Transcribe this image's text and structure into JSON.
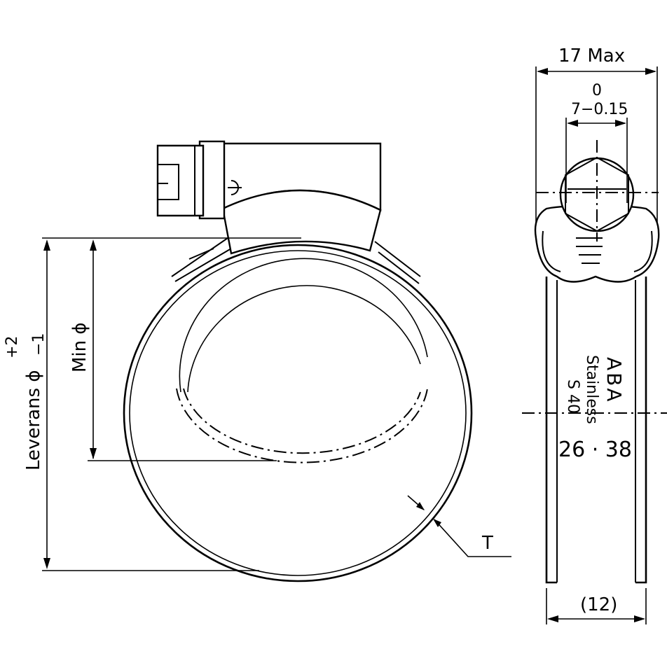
{
  "labels": {
    "width_max": "17 Max",
    "hex_tol_upper": "0",
    "hex_size": "7−0.15",
    "band_width": "(12)",
    "thickness": "T",
    "min_diameter": "Min ϕ",
    "delivery_diameter": "Leverans ϕ",
    "tol_plus": "+2",
    "tol_minus": "−1"
  },
  "band_marking": {
    "brand": "ABA",
    "line1": "Stainless",
    "line2": "S 40",
    "range": "26 · 38"
  }
}
